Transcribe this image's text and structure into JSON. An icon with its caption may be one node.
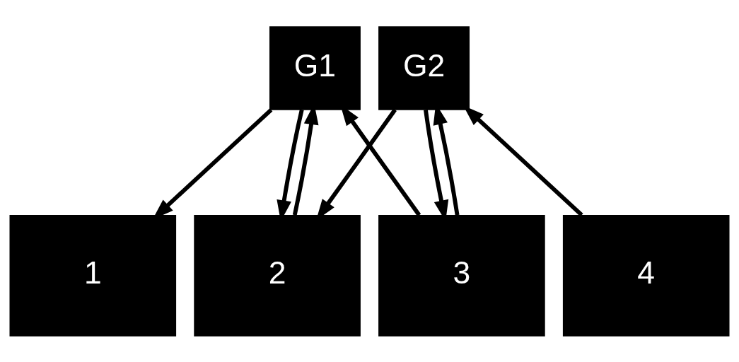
{
  "diagram": {
    "nodes": [
      {
        "text": [
          "G1"
        ]
      },
      {
        "text": [
          "G2"
        ]
      },
      {
        "text": [
          "1"
        ]
      },
      {
        "text": [
          "2"
        ]
      },
      {
        "text": [
          "3"
        ]
      },
      {
        "text": [
          "4"
        ]
      }
    ],
    "edges": [
      {
        "from": 0,
        "to": 2,
        "arrow": "to"
      },
      {
        "from": 0,
        "to": 3,
        "arrow": "to"
      },
      {
        "from": 3,
        "to": 0,
        "arrow": "to"
      },
      {
        "from": 4,
        "to": 0,
        "arrow": "to"
      },
      {
        "from": 1,
        "to": 3,
        "arrow": "to"
      },
      {
        "from": 4,
        "to": 1,
        "arrow": "to"
      },
      {
        "from": 1,
        "to": 4,
        "arrow": "to"
      },
      {
        "from": 5,
        "to": 1,
        "arrow": "to"
      }
    ]
  }
}
